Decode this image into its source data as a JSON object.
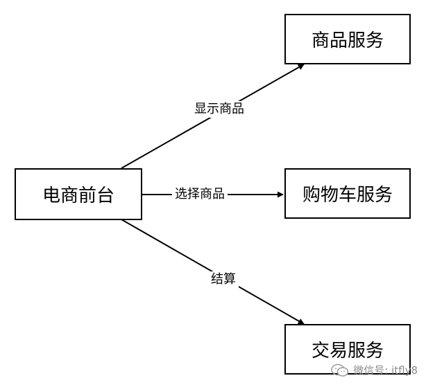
{
  "nodes": {
    "frontend": "电商前台",
    "product_service": "商品服务",
    "cart_service": "购物车服务",
    "trade_service": "交易服务"
  },
  "edges": {
    "show_products": "显示商品",
    "select_products": "选择商品",
    "checkout": "结算"
  },
  "watermark": {
    "text": "微信号: itfly8",
    "icon": "wechat-icon"
  }
}
